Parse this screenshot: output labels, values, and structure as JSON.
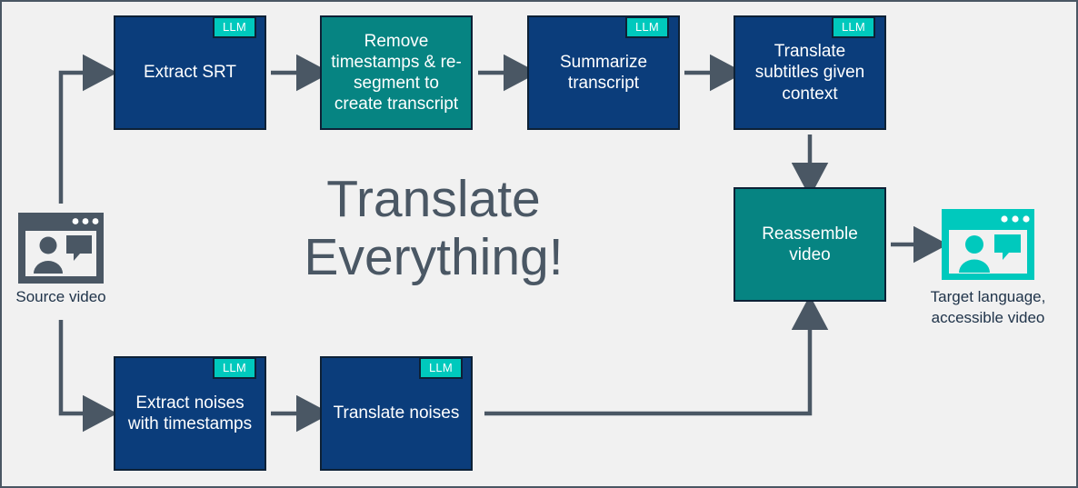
{
  "diagram": {
    "title": "Translate\nEverything!",
    "badge_label": "LLM",
    "colors": {
      "background": "#f1f1f1",
      "border": "#4a5764",
      "blue_node": "#0b3d7b",
      "teal_node": "#068482",
      "badge": "#00c9bd",
      "arrow": "#4a5764",
      "source_icon": "#4a5764",
      "target_icon": "#00c9bd",
      "title_text": "#4a5764",
      "caption_text": "#20344a"
    },
    "endpoints": [
      {
        "name": "source-video",
        "caption": "Source video",
        "icon": "video-window-icon"
      },
      {
        "name": "target-video",
        "caption": "Target language,\naccessible video",
        "icon": "video-window-icon"
      }
    ],
    "nodes": [
      {
        "id": "extract-srt",
        "label": "Extract SRT",
        "style": "blue",
        "llm": true
      },
      {
        "id": "remove-timestamps",
        "label": "Remove\ntimestamps &\nre-segment to\ncreate transcript",
        "style": "teal",
        "llm": false
      },
      {
        "id": "summarize",
        "label": "Summarize\ntranscript",
        "style": "blue",
        "llm": true
      },
      {
        "id": "translate-subtitles",
        "label": "Translate\nsubtitles given\ncontext",
        "style": "blue",
        "llm": true
      },
      {
        "id": "reassemble",
        "label": "Reassemble\nvideo",
        "style": "teal",
        "llm": false
      },
      {
        "id": "extract-noises",
        "label": "Extract noises\nwith\ntimestamps",
        "style": "blue",
        "llm": true
      },
      {
        "id": "translate-noises",
        "label": "Translate\nnoises",
        "style": "blue",
        "llm": true
      }
    ]
  }
}
